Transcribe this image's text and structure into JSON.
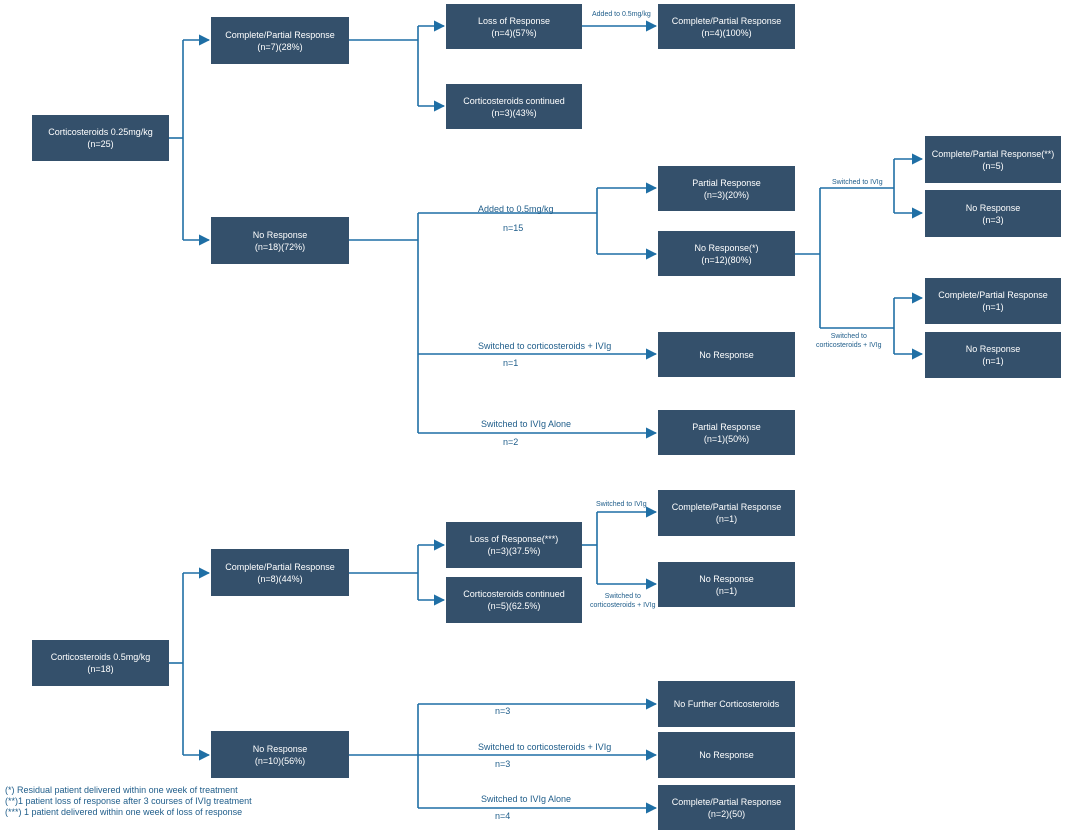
{
  "colors": {
    "node_fill": "#34506b",
    "node_text": "#ffffff",
    "line": "#1f6fa5",
    "label": "#1f5d8a"
  },
  "nodes": {
    "a_root": [
      "Corticosteroids 0.25mg/kg",
      "(n=25)"
    ],
    "a_cr": [
      "Complete/Partial Response",
      "(n=7)(28%)"
    ],
    "a_nr": [
      "No Response",
      "(n=18)(72%)"
    ],
    "a_loss": [
      "Loss of Response",
      "(n=4)(57%)"
    ],
    "a_cont": [
      "Corticosteroids continued",
      "(n=3)(43%)"
    ],
    "a_loss_cr": [
      "Complete/Partial Response",
      "(n=4)(100%)"
    ],
    "a_pr": [
      "Partial Response",
      "(n=3)(20%)"
    ],
    "a_nr2": [
      "No Response(*)",
      "(n=12)(80%)"
    ],
    "a_nr3": [
      "No Response"
    ],
    "a_pr2": [
      "Partial Response",
      "(n=1)(50%)"
    ],
    "a_cr5": [
      "Complete/Partial Response(**)",
      "(n=5)"
    ],
    "a_nr_3": [
      "No Response",
      "(n=3)"
    ],
    "a_cr1": [
      "Complete/Partial Response",
      "(n=1)"
    ],
    "a_nr_1": [
      "No Response",
      "(n=1)"
    ],
    "b_root": [
      "Corticosteroids 0.5mg/kg",
      "(n=18)"
    ],
    "b_cr": [
      "Complete/Partial Response",
      "(n=8)(44%)"
    ],
    "b_nr": [
      "No Response",
      "(n=10)(56%)"
    ],
    "b_loss": [
      "Loss of Response(***)",
      "(n=3)(37.5%)"
    ],
    "b_cont": [
      "Corticosteroids continued",
      "(n=5)(62.5%)"
    ],
    "b_cr1": [
      "Complete/Partial Response",
      "(n=1)"
    ],
    "b_nr1": [
      "No Response",
      "(n=1)"
    ],
    "b_nfc": [
      "No Further Corticosteroids"
    ],
    "b_nr2": [
      "No Response"
    ],
    "b_cr2": [
      "Complete/Partial Response",
      "(n=2)(50)"
    ]
  },
  "edge_labels": {
    "added_05_small": "Added to 0.5mg/kg",
    "added_05": "Added to 0.5mg/kg",
    "n15": "n=15",
    "switched_ivig_a": "Switched to IVIg",
    "switched_cs_ivig_a": [
      "Switched to",
      "corticosteroids + IVIg"
    ],
    "switched_cs_ivig_mid": "Switched to corticosteroids + IVIg",
    "n1": "n=1",
    "switched_ivig_alone": "Switched to IVIg Alone",
    "n2": "n=2",
    "switched_ivig_b": "Switched to IVIg",
    "switched_cs_ivig_b": [
      "Switched to",
      "corticosteroids + IVIg"
    ],
    "n3a": "n=3",
    "switched_cs_ivig_b2": "Switched to corticosteroids + IVIg",
    "n3b": "n=3",
    "switched_ivig_alone_b": "Switched to IVIg Alone",
    "n4": "n=4"
  },
  "footnotes": [
    "(*) Residual patient delivered within one week of treatment",
    "(**)1 patient loss of response after 3 courses of IVIg treatment",
    "(***) 1 patient delivered within one week of loss of response"
  ]
}
